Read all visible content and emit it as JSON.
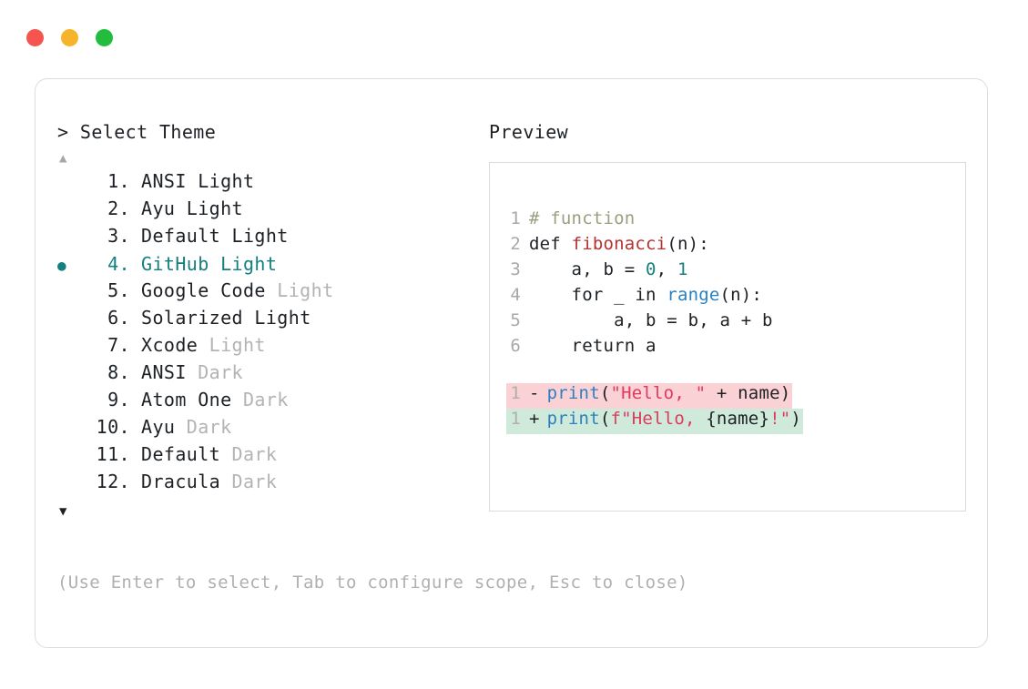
{
  "window": {
    "buttons": [
      {
        "name": "close",
        "color": "#f4554f"
      },
      {
        "name": "minimize",
        "color": "#f6b42a"
      },
      {
        "name": "maximize",
        "color": "#22bd3f"
      }
    ]
  },
  "left": {
    "prompt": "> Select Theme",
    "scroll_up": "▲",
    "scroll_down": "▼",
    "selected_index": 4,
    "selected_color": "#14807d",
    "bullet": "●",
    "items": [
      {
        "index": "1.",
        "name": "ANSI",
        "variant": " Light",
        "variant_dim": false,
        "selected": false
      },
      {
        "index": "2.",
        "name": "Ayu",
        "variant": " Light",
        "variant_dim": false,
        "selected": false
      },
      {
        "index": "3.",
        "name": "Default",
        "variant": " Light",
        "variant_dim": false,
        "selected": false
      },
      {
        "index": "4.",
        "name": "GitHub",
        "variant": " Light",
        "variant_dim": false,
        "selected": true
      },
      {
        "index": "5.",
        "name": "Google Code",
        "variant": " Light",
        "variant_dim": true,
        "selected": false
      },
      {
        "index": "6.",
        "name": "Solarized",
        "variant": " Light",
        "variant_dim": false,
        "selected": false
      },
      {
        "index": "7.",
        "name": "Xcode",
        "variant": " Light",
        "variant_dim": true,
        "selected": false
      },
      {
        "index": "8.",
        "name": "ANSI",
        "variant": " Dark",
        "variant_dim": true,
        "selected": false
      },
      {
        "index": "9.",
        "name": "Atom One",
        "variant": " Dark",
        "variant_dim": true,
        "selected": false
      },
      {
        "index": "10.",
        "name": "Ayu",
        "variant": " Dark",
        "variant_dim": true,
        "selected": false
      },
      {
        "index": "11.",
        "name": "Default",
        "variant": " Dark",
        "variant_dim": true,
        "selected": false
      },
      {
        "index": "12.",
        "name": "Dracula",
        "variant": " Dark",
        "variant_dim": true,
        "selected": false
      }
    ],
    "hint": "(Use Enter to select, Tab to configure scope, Esc to close)"
  },
  "right": {
    "title": "Preview",
    "code_lines": [
      {
        "ln": "1",
        "tokens": [
          {
            "t": "# function",
            "c": "comment"
          }
        ]
      },
      {
        "ln": "2",
        "tokens": [
          {
            "t": "def ",
            "c": "plain"
          },
          {
            "t": "fibonacci",
            "c": "func"
          },
          {
            "t": "(n):",
            "c": "plain"
          }
        ]
      },
      {
        "ln": "3",
        "tokens": [
          {
            "t": "    a, b = ",
            "c": "plain"
          },
          {
            "t": "0",
            "c": "num"
          },
          {
            "t": ", ",
            "c": "plain"
          },
          {
            "t": "1",
            "c": "num"
          }
        ]
      },
      {
        "ln": "4",
        "tokens": [
          {
            "t": "    for _ in ",
            "c": "plain"
          },
          {
            "t": "range",
            "c": "builtin"
          },
          {
            "t": "(n):",
            "c": "plain"
          }
        ]
      },
      {
        "ln": "5",
        "tokens": [
          {
            "t": "        a, b = b, a + b",
            "c": "plain"
          }
        ]
      },
      {
        "ln": "6",
        "tokens": [
          {
            "t": "    return a",
            "c": "plain"
          }
        ]
      }
    ],
    "diff_lines": [
      {
        "ln": "1",
        "sign": "-",
        "kind": "del",
        "bg": "#fad1d5",
        "tokens": [
          {
            "t": "print",
            "c": "builtin"
          },
          {
            "t": "(",
            "c": "plain"
          },
          {
            "t": "\"Hello, \"",
            "c": "string"
          },
          {
            "t": " + name)",
            "c": "plain"
          }
        ]
      },
      {
        "ln": "1",
        "sign": "+",
        "kind": "add",
        "bg": "#cfeada",
        "tokens": [
          {
            "t": "print",
            "c": "builtin"
          },
          {
            "t": "(",
            "c": "plain"
          },
          {
            "t": "f\"Hello, ",
            "c": "string"
          },
          {
            "t": "{name}",
            "c": "plain"
          },
          {
            "t": "!\"",
            "c": "string"
          },
          {
            "t": ")",
            "c": "plain"
          }
        ]
      }
    ]
  }
}
